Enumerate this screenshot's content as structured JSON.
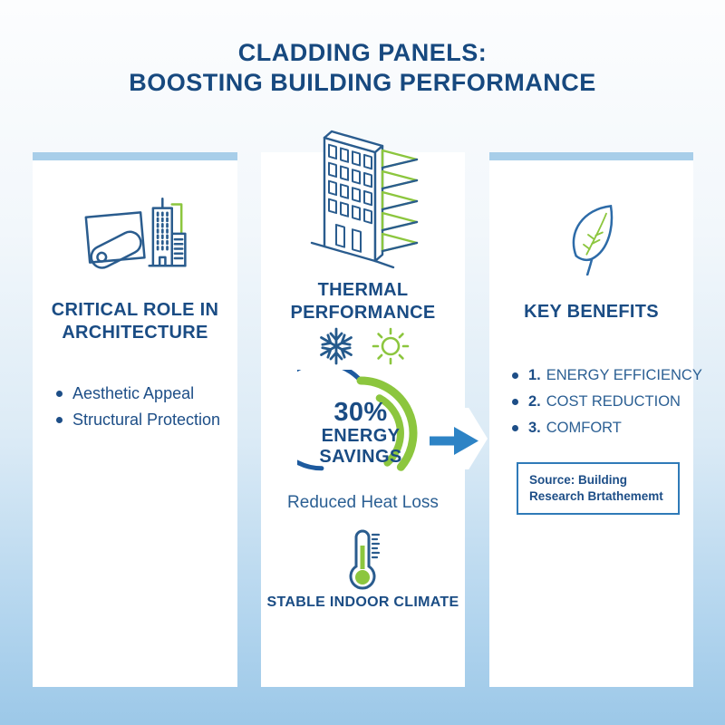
{
  "title": {
    "line1": "CLADDING PANELS:",
    "line2": "BOOSTING BUILDING PERFORMANCE"
  },
  "left_panel": {
    "icon": "cladding-roll-buildings-icon",
    "heading_line1": "CRITICAL ROLE IN",
    "heading_line2": "ARCHITECTURE",
    "bullets": [
      {
        "label": "Aesthetic Appeal"
      },
      {
        "label": "Structural Protection"
      }
    ]
  },
  "middle_panel": {
    "icon": "clad-building-icon",
    "heading_line1": "THERMAL",
    "heading_line2": "PERFORMANCE",
    "climate_icons": [
      "snowflake-icon",
      "sun-icon"
    ],
    "gauge": {
      "percent": 30,
      "value": "30%",
      "line1": "ENERGY",
      "line2": "SAVINGS"
    },
    "caption": "Reduced Heat Loss",
    "thermometer_icon": "thermometer-icon",
    "footer": "STABLE INDOOR CLIMATE"
  },
  "right_panel": {
    "icon": "leaf-icon",
    "heading": "KEY BENEFITS",
    "benefits": [
      {
        "number": "1.",
        "label": "ENERGY EFFICIENCY"
      },
      {
        "number": "2.",
        "label": "COST REDUCTION"
      },
      {
        "number": "3.",
        "label": "COMFORT"
      }
    ],
    "source": {
      "line1": "Source: Building",
      "line2": "Research Brtathememt"
    }
  },
  "colors": {
    "heading_blue": "#17497f",
    "icon_blue": "#2a5c8e",
    "accent_green": "#8cc63e",
    "arrow_blue": "#2d83c5",
    "card_top_bar": "#a8cee9",
    "background_bottom": "#9cc8e8",
    "gauge_blue": "#1d5a9e"
  }
}
